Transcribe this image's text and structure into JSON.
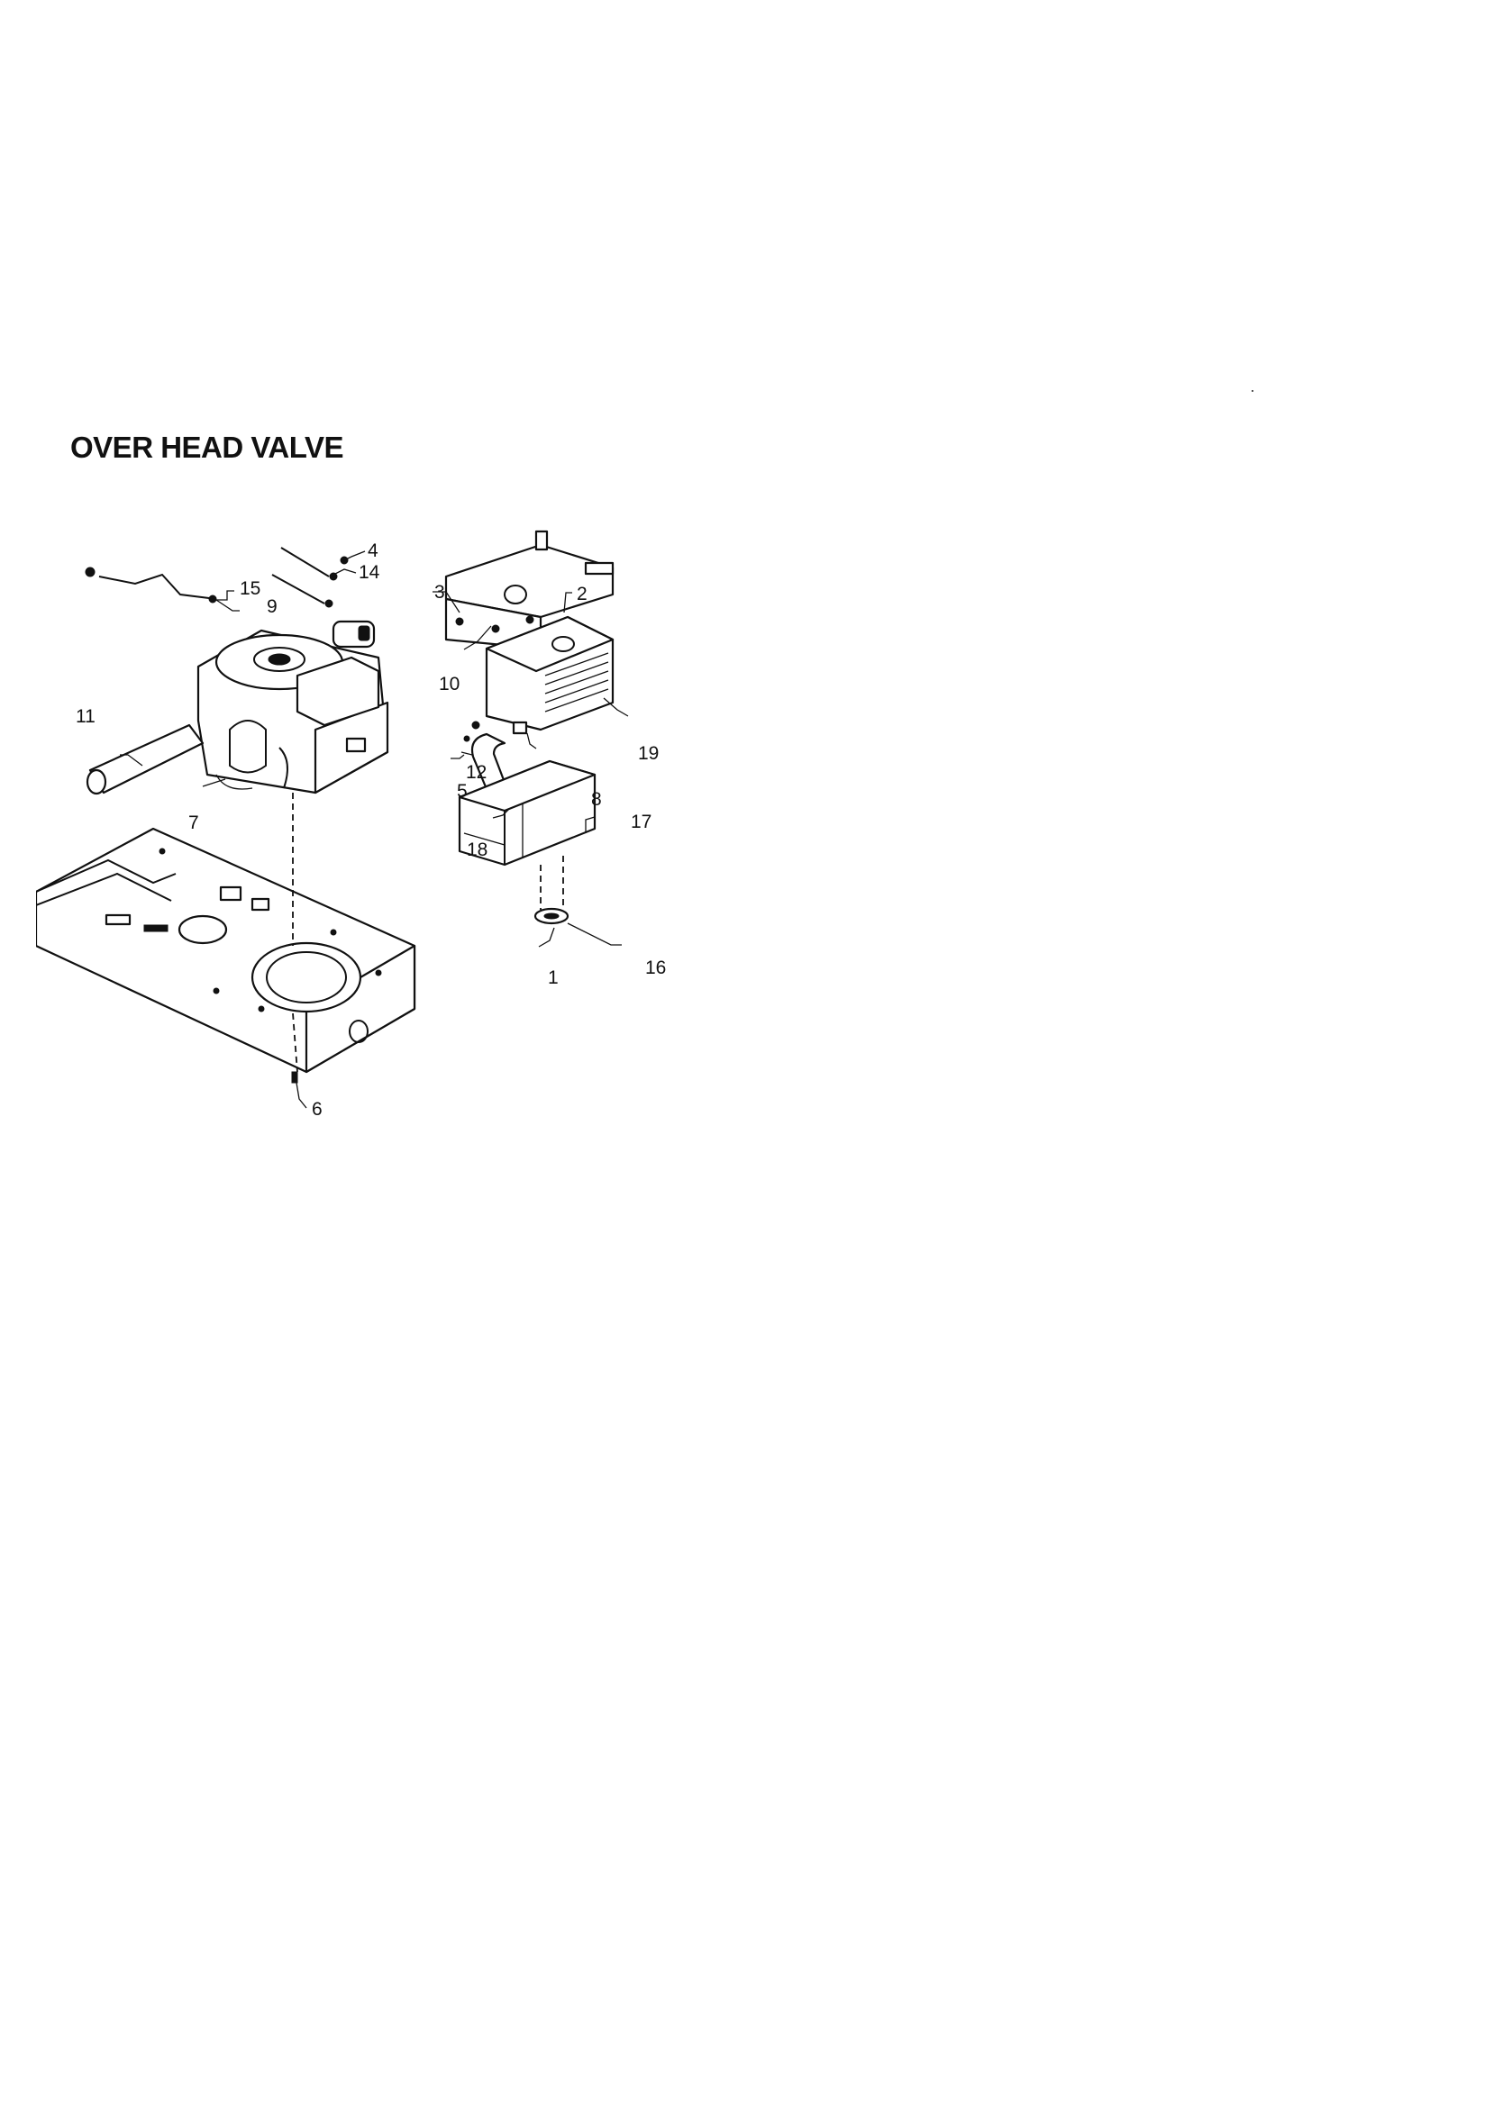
{
  "page": {
    "title": "OVER HEAD VALVE"
  },
  "diagram": {
    "callouts": [
      {
        "id": "c1",
        "label": "1"
      },
      {
        "id": "c2",
        "label": "2"
      },
      {
        "id": "c3",
        "label": "3"
      },
      {
        "id": "c4",
        "label": "4"
      },
      {
        "id": "c5",
        "label": "5"
      },
      {
        "id": "c6",
        "label": "6"
      },
      {
        "id": "c7",
        "label": "7"
      },
      {
        "id": "c8",
        "label": "8"
      },
      {
        "id": "c9",
        "label": "9"
      },
      {
        "id": "c10",
        "label": "10"
      },
      {
        "id": "c11",
        "label": "11"
      },
      {
        "id": "c12",
        "label": "12"
      },
      {
        "id": "c14",
        "label": "14"
      },
      {
        "id": "c15",
        "label": "15"
      },
      {
        "id": "c16",
        "label": "16"
      },
      {
        "id": "c17",
        "label": "17"
      },
      {
        "id": "c18",
        "label": "18"
      },
      {
        "id": "c19",
        "label": "19"
      }
    ]
  }
}
